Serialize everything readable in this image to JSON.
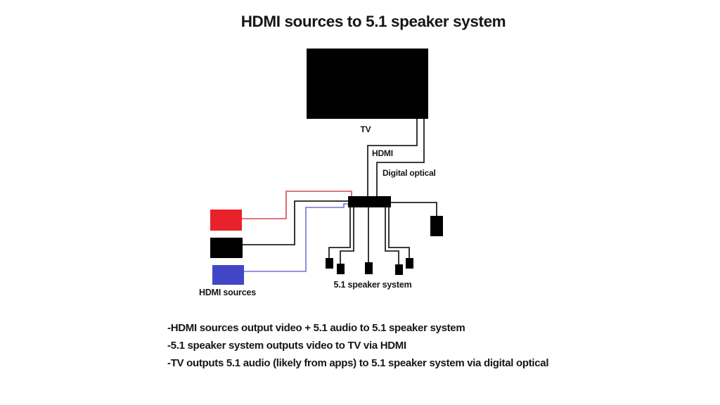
{
  "title": "HDMI sources to 5.1 speaker system",
  "diagram": {
    "tv_label": "TV",
    "hdmi_cable_label": "HDMI",
    "digital_optical_label": "Digital optical",
    "speaker_system_label": "5.1 speaker system",
    "sources_label": "HDMI sources"
  },
  "notes": [
    "-HDMI sources output video + 5.1 audio to 5.1 speaker system",
    "-5.1 speaker system outputs video to TV via HDMI",
    "-TV outputs 5.1 audio (likely from apps) to 5.1 speaker system via digital optical"
  ],
  "colors": {
    "background": "#ffffff",
    "device_black": "#000000",
    "source_red": "#e8212a",
    "source_blue": "#4146c7",
    "wire_black": "#222222",
    "wire_red": "#d24b52",
    "wire_blue": "#6f74d0"
  }
}
